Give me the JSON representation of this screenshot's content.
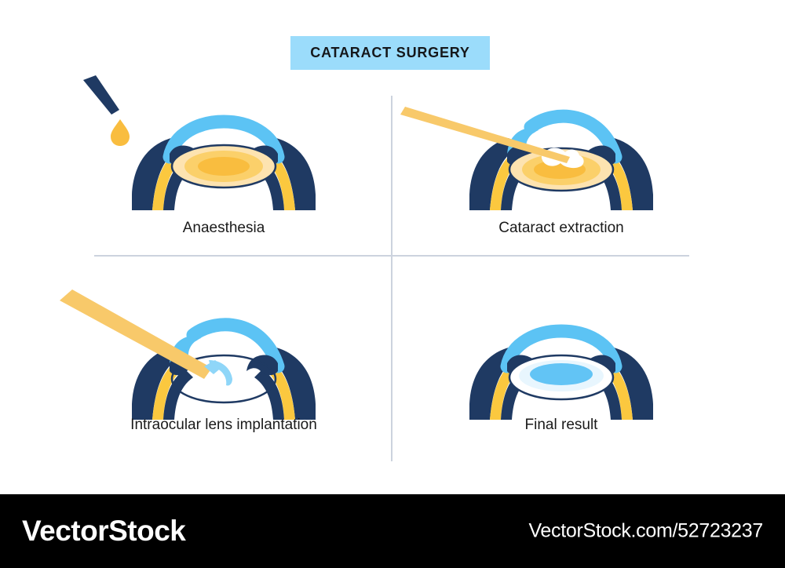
{
  "title": {
    "text": "CATARACT SURGERY",
    "banner_color": "#9bdcfb",
    "text_color": "#15171a"
  },
  "palette": {
    "sclera_navy": "#1f3a63",
    "cornea_blue": "#5cc3f4",
    "retina_yellow": "#fbc83f",
    "cataract_core": "#f9bd3f",
    "cataract_mid": "#fbd06a",
    "cataract_outer": "#fde3b0",
    "instrument_gold": "#f8c96a",
    "iol_blue": "#62c4f5",
    "divider": "#ccd3de",
    "background": "#ffffff",
    "caption_text": "#1a1a1a"
  },
  "panels": [
    {
      "id": "anaesthesia",
      "caption": "Anaesthesia",
      "instruments": [
        "dropper-tip",
        "anaesthetic-droplet"
      ],
      "lens_state": "cataract-opaque-yellow"
    },
    {
      "id": "extraction",
      "caption": "Cataract extraction",
      "instruments": [
        "phaco-probe",
        "corneal-incision-flap",
        "emulsified-lens-material"
      ],
      "lens_state": "cataract-being-emulsified"
    },
    {
      "id": "implantation",
      "caption": "Intraocular lens implantation",
      "instruments": [
        "iol-injector",
        "folded-intraocular-lens",
        "corneal-incision-flap"
      ],
      "lens_state": "empty-capsular-bag"
    },
    {
      "id": "final",
      "caption": "Final result",
      "instruments": [],
      "lens_state": "clear-intraocular-lens-implanted"
    }
  ],
  "footer": {
    "brand": "VectorStock",
    "url": "VectorStock.com/52723237",
    "background": "#000000",
    "text_color": "#ffffff"
  }
}
